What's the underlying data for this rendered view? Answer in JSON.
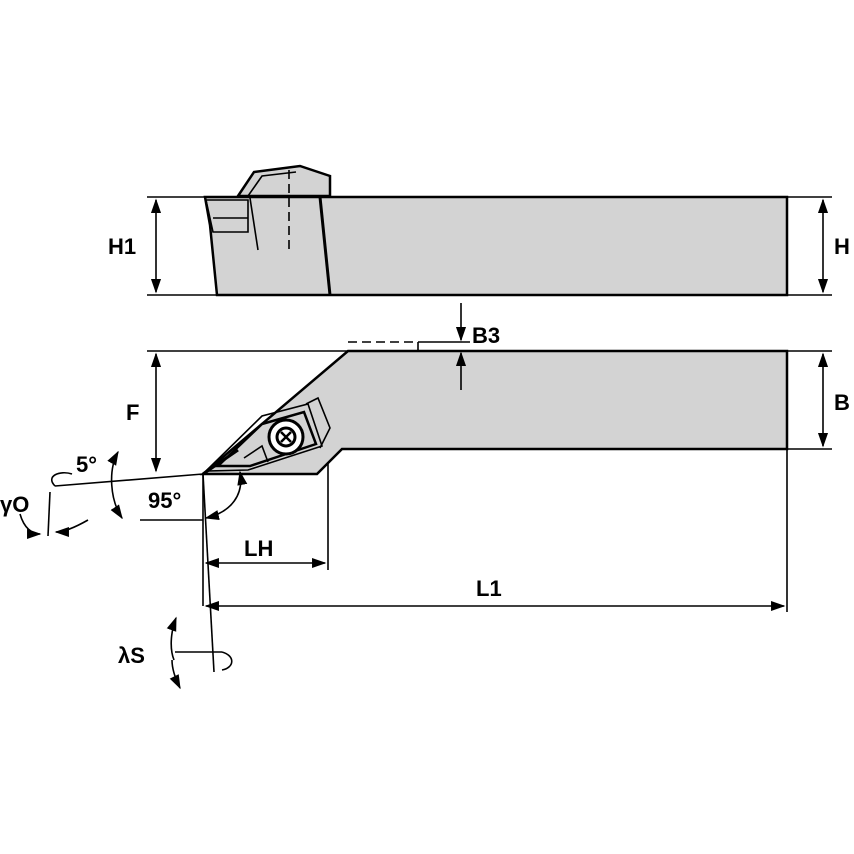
{
  "colors": {
    "body": "#d3d3d3",
    "line": "#000000",
    "background": "#ffffff"
  },
  "labels": {
    "h1": "H1",
    "h": "H",
    "b3": "B3",
    "b": "B",
    "f": "F",
    "angle_5": "5°",
    "angle_95": "95°",
    "gamma_o": "γO",
    "lh": "LH",
    "l1": "L1",
    "lambda_s": "λS"
  }
}
